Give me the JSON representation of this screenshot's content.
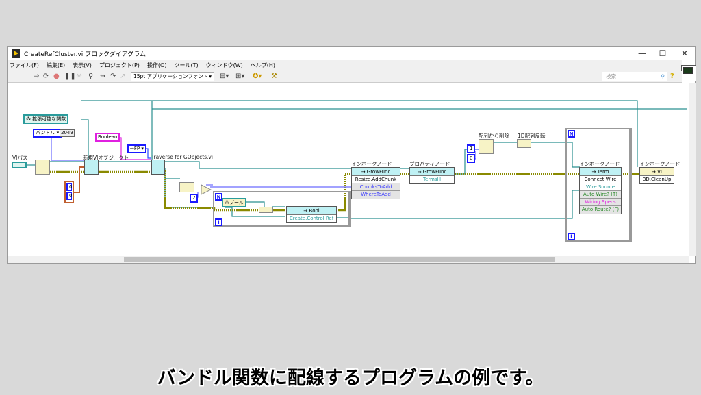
{
  "window": {
    "title": "CreateRefCluster.vi ブロックダイアグラム",
    "minimize": "—",
    "maximize": "☐",
    "close": "✕"
  },
  "menu": [
    "ファイル(F)",
    "編集(E)",
    "表示(V)",
    "プロジェクト(P)",
    "操作(O)",
    "ツール(T)",
    "ウィンドウ(W)",
    "ヘルプ(H)"
  ],
  "toolbar": {
    "font": "15pt アプリケーションフォント",
    "search_placeholder": "検索",
    "help": "?"
  },
  "diagram": {
    "extensible_func": "拡張可能な関数",
    "bundle_enum": "バンドル",
    "bundle_value": "2049",
    "boolean_const": "Boolean",
    "fp_const": "FP",
    "vi_path_label": "VIパス",
    "new_vi_object_label": "新規VIオブジェクト",
    "traverse_label": "Traverse for GObjects.vi",
    "array_vals": [
      "0",
      "0"
    ],
    "const_two": "2",
    "loop1": {
      "n": "N",
      "i": "i",
      "bool_const": "ブール",
      "node_class": "Bool",
      "node_method": "Create.Control Ref"
    },
    "invoke1": {
      "label": "インボークノード",
      "class": "GrowFunc",
      "rows": [
        "Resize.AddChunk",
        "ChunksToAdd",
        "WhereToAdd"
      ]
    },
    "property1": {
      "label": "プロパティノード",
      "class": "GrowFunc",
      "rows": [
        "Terms[]"
      ]
    },
    "delete_label": "配列から削除",
    "delete_consts": [
      "1",
      "0"
    ],
    "reverse_label": "1D配列反転",
    "loop2": {
      "n": "N",
      "i": "i"
    },
    "invoke2": {
      "label": "インボークノード",
      "class": "Term",
      "rows": [
        "Connect Wire",
        "Wire Source",
        "Auto Wire? (T)",
        "Wiring Specs",
        "Auto Route? (F)"
      ]
    },
    "invoke3": {
      "label": "インボークノード",
      "class": "VI",
      "rows": [
        "BD.CleanUp"
      ]
    }
  },
  "caption": "バンドル関数に配線するプログラムの例です。"
}
